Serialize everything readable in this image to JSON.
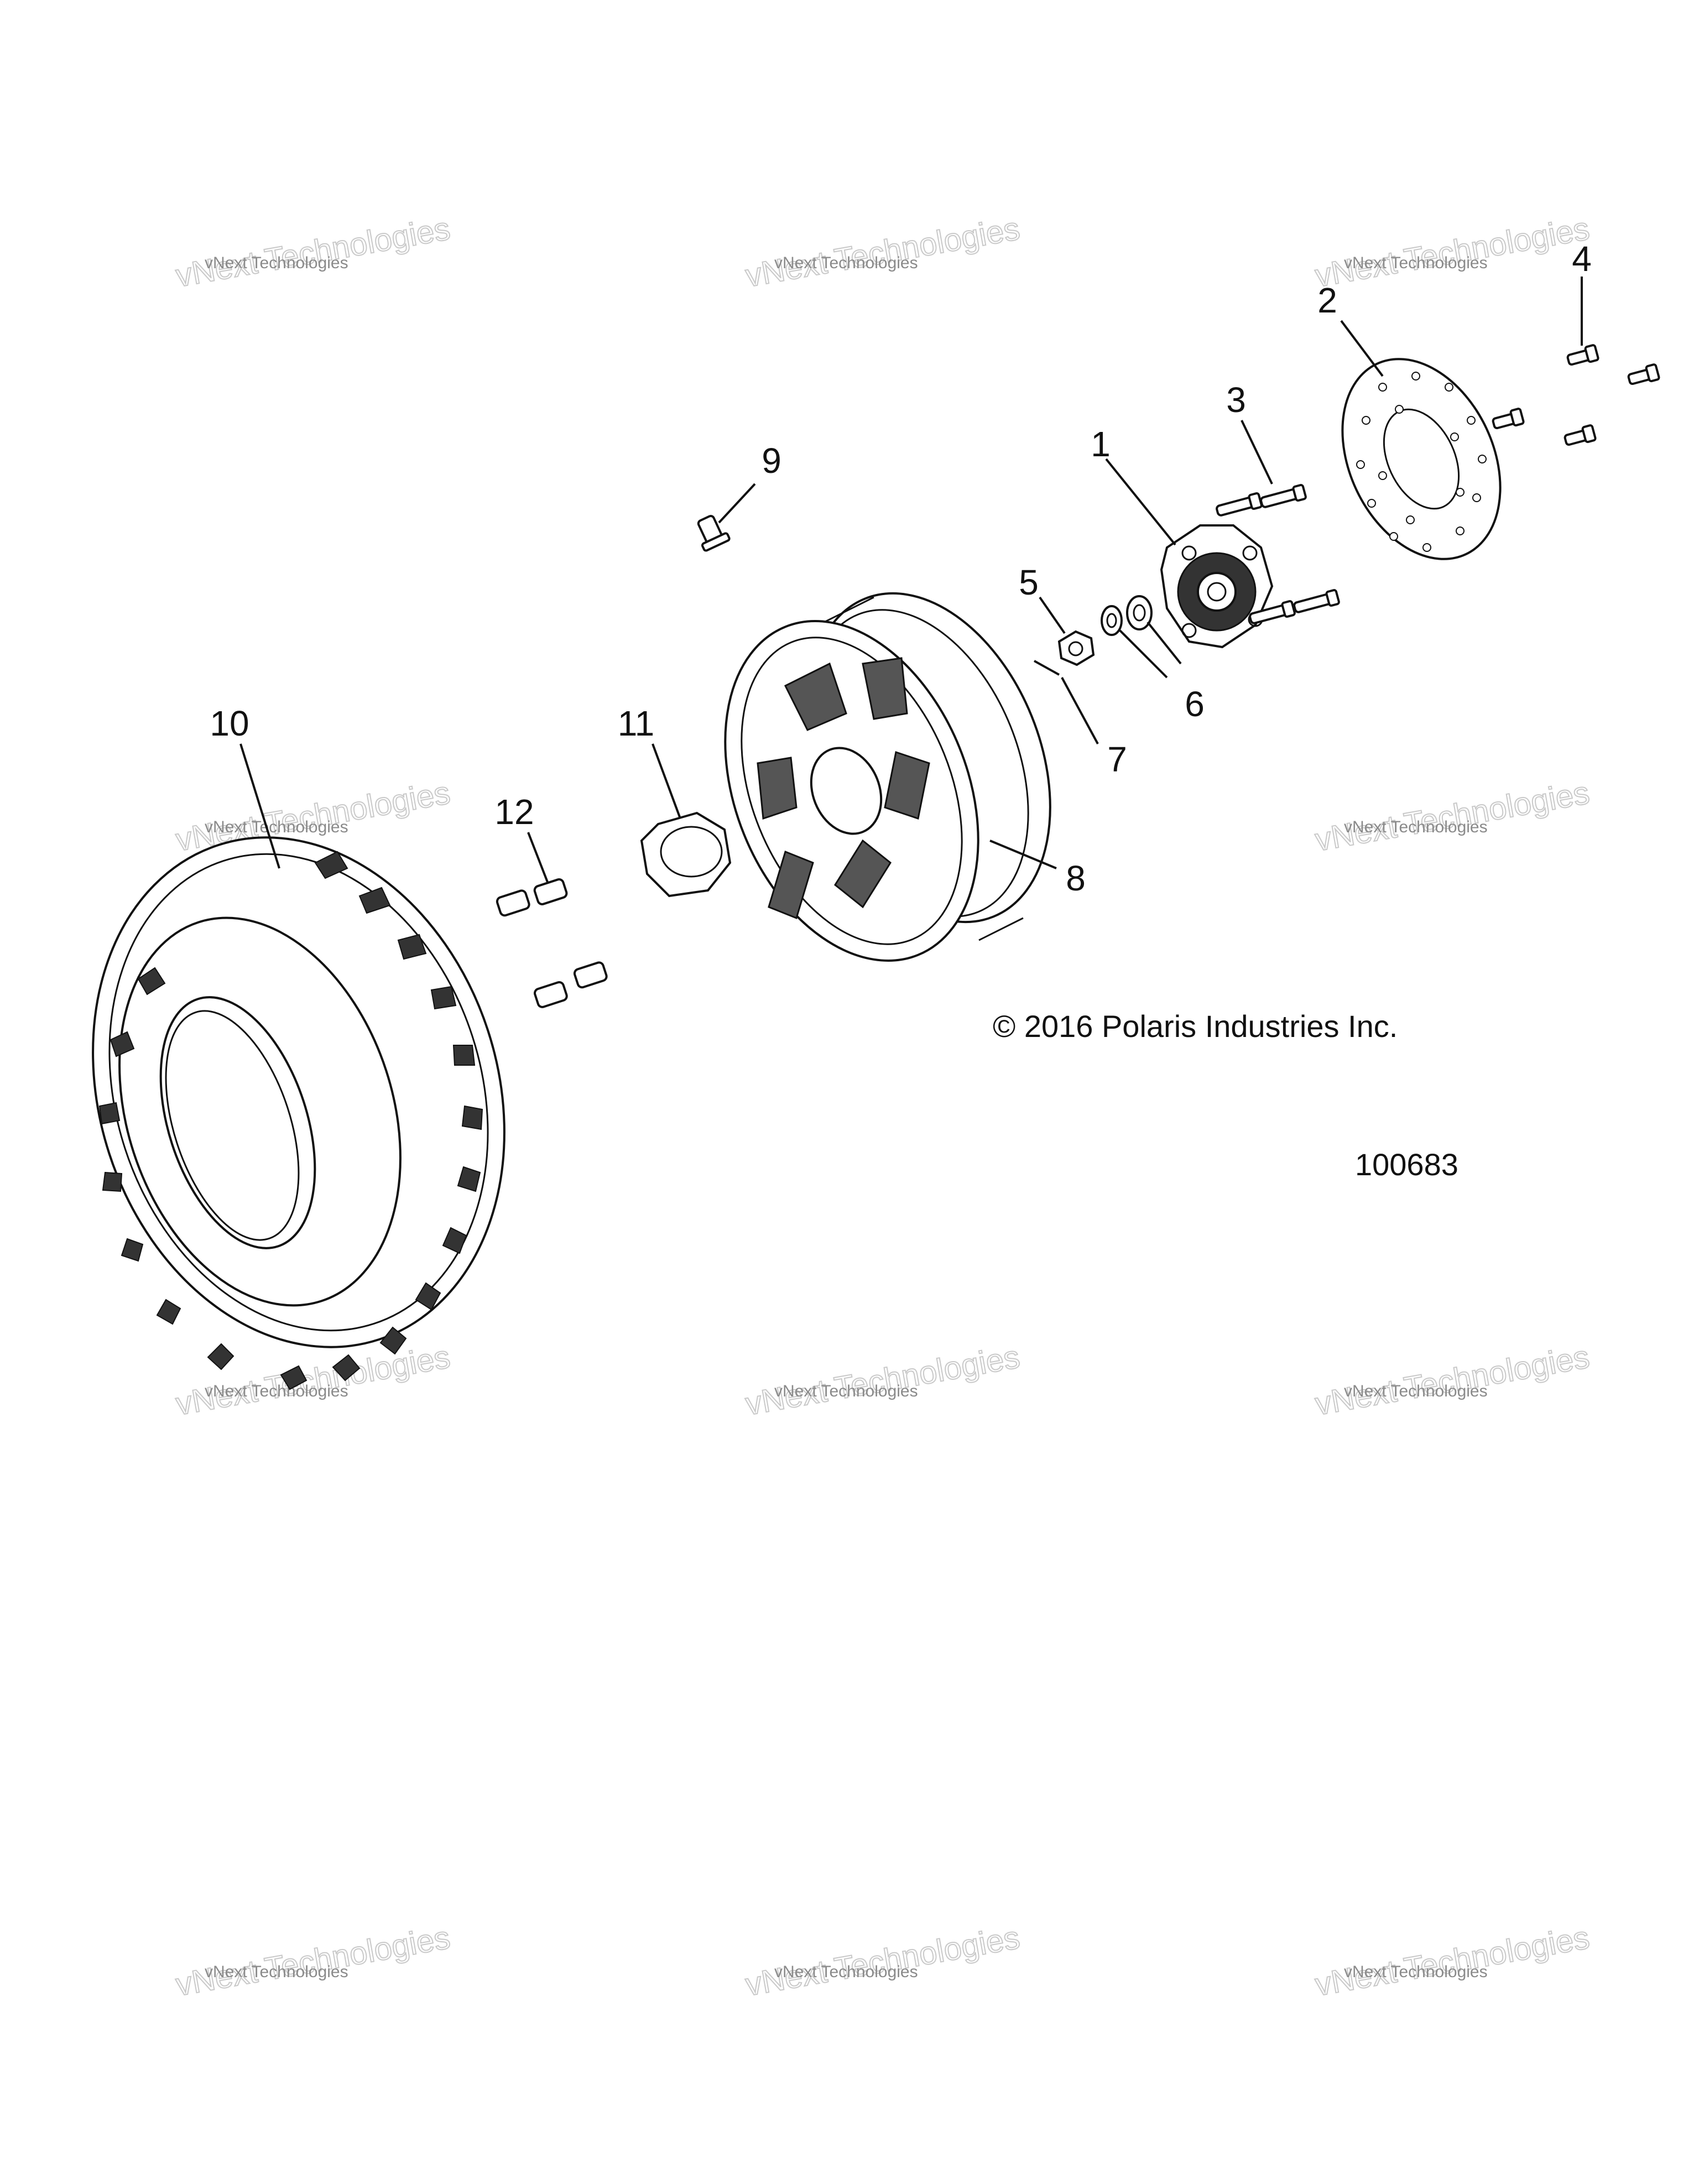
{
  "callouts": [
    "1",
    "2",
    "3",
    "4",
    "5",
    "6",
    "7",
    "8",
    "9",
    "10",
    "11",
    "12"
  ],
  "copyright": "© 2016 Polaris Industries Inc.",
  "diagram_id": "100683",
  "watermark": {
    "line1": "vNext Technologies",
    "line2": "vNext Technologies"
  }
}
